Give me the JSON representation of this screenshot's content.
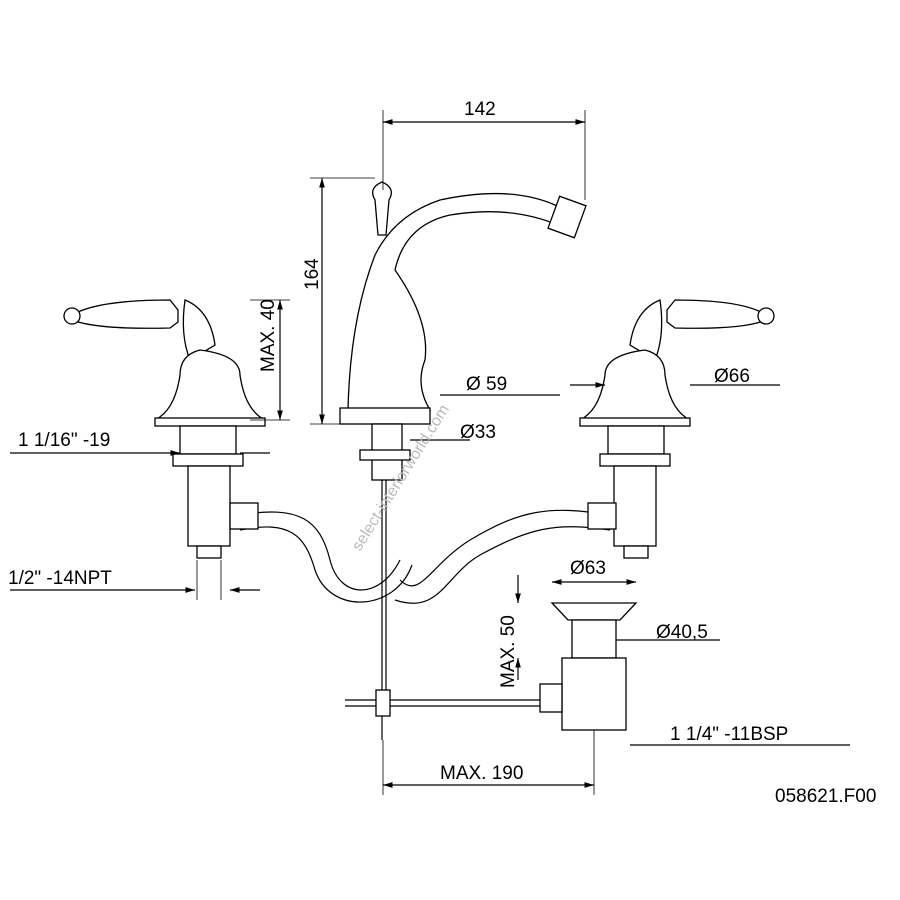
{
  "drawing": {
    "dimensions": {
      "spout_reach": "142",
      "spout_height": "164",
      "max_40": "MAX. 40",
      "dia_59": "Ø 59",
      "dia_33": "Ø33",
      "dia_66": "Ø66",
      "thread_handle": "1 1/16\" -19",
      "thread_inlet": "1/2\" -14NPT",
      "dia_63": "Ø63",
      "max_50": "MAX. 50",
      "dia_40_5": "Ø40,5",
      "thread_drain": "1 1/4\" -11BSP",
      "max_190": "MAX. 190"
    },
    "drawing_number": "058621.F00",
    "watermark": "select-interiorworld.com"
  }
}
